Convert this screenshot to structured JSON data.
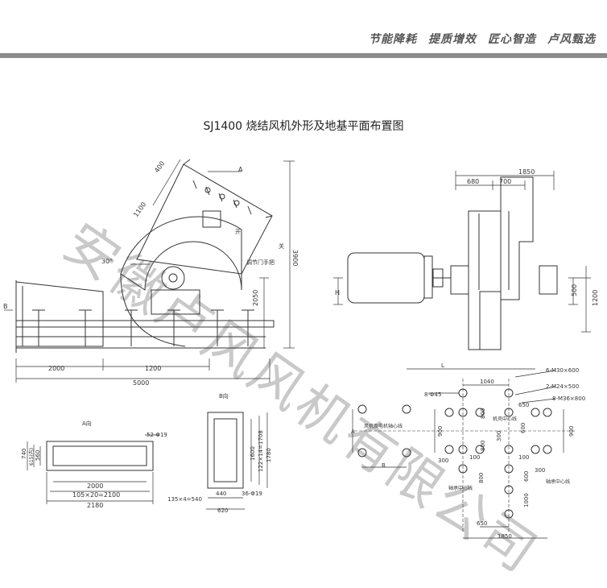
{
  "header": {
    "slogans": [
      "节能降耗",
      "提质增效",
      "匠心智造",
      "卢风甄选"
    ]
  },
  "drawing": {
    "title": "SJ1400 烧结风机外形及地基平面布置图",
    "watermark": "安徽卢风风机有限公司",
    "main_view": {
      "label_a": "A",
      "label_b": "B",
      "dim_400": "400",
      "dim_1100": "1100",
      "angle_30": "30°",
      "dim_3900": "3900",
      "dim_2050": "2050",
      "dim_2000": "2000",
      "dim_1200": "1200",
      "dim_5000": "5000",
      "note_guan": "关",
      "note_kai": "开",
      "note_door": "调节门手把"
    },
    "side_view": {
      "dim_1850": "1850",
      "dim_680": "680",
      "dim_700": "700",
      "dim_500": "500",
      "dim_1200": "1200",
      "label_h": "H"
    },
    "a_view": {
      "caption": "A向",
      "bolts": "52-Φ19",
      "dim_740": "740",
      "dim_615": "615(内)",
      "dim_560": "560",
      "dim_2000": "2000",
      "dim_105x20": "105×20=2100",
      "dim_2180": "2180"
    },
    "b_view": {
      "caption": "B向",
      "dim_1600": "1600",
      "dim_122x14": "122×14=1708",
      "dim_1780": "1780",
      "dim_135x4": "135×4=540",
      "dim_440": "440",
      "bolts": "36-Φ19",
      "dim_620": "620"
    },
    "foundation": {
      "label_l": "L",
      "dim_1040": "1040",
      "hole_8": "8-Φ45",
      "bolt_m30": "6-M30×600",
      "bolt_m24": "2-M24×500",
      "bolt_m36": "8-M36×800",
      "dim_650_top": "650",
      "dim_800_a": "800",
      "dim_800_b": "800",
      "dim_900_l": "900",
      "dim_900_r": "900",
      "dim_600": "600",
      "dim_300_a": "300",
      "dim_300_b": "300",
      "dim_300_c": "300",
      "dim_100_a": "100",
      "dim_100_b": "100",
      "dim_800_c": "800",
      "dim_600_b": "600",
      "dim_1000": "1000",
      "dim_650_bottom": "650",
      "dim_1850": "1850",
      "label_a": "A",
      "label_b": "B",
      "note_axis": "风机及电机轴心线",
      "note_machine_center": "机壳中心线",
      "note_bearing_left": "轴承中心线",
      "note_bearing_right": "轴承中心线"
    }
  }
}
